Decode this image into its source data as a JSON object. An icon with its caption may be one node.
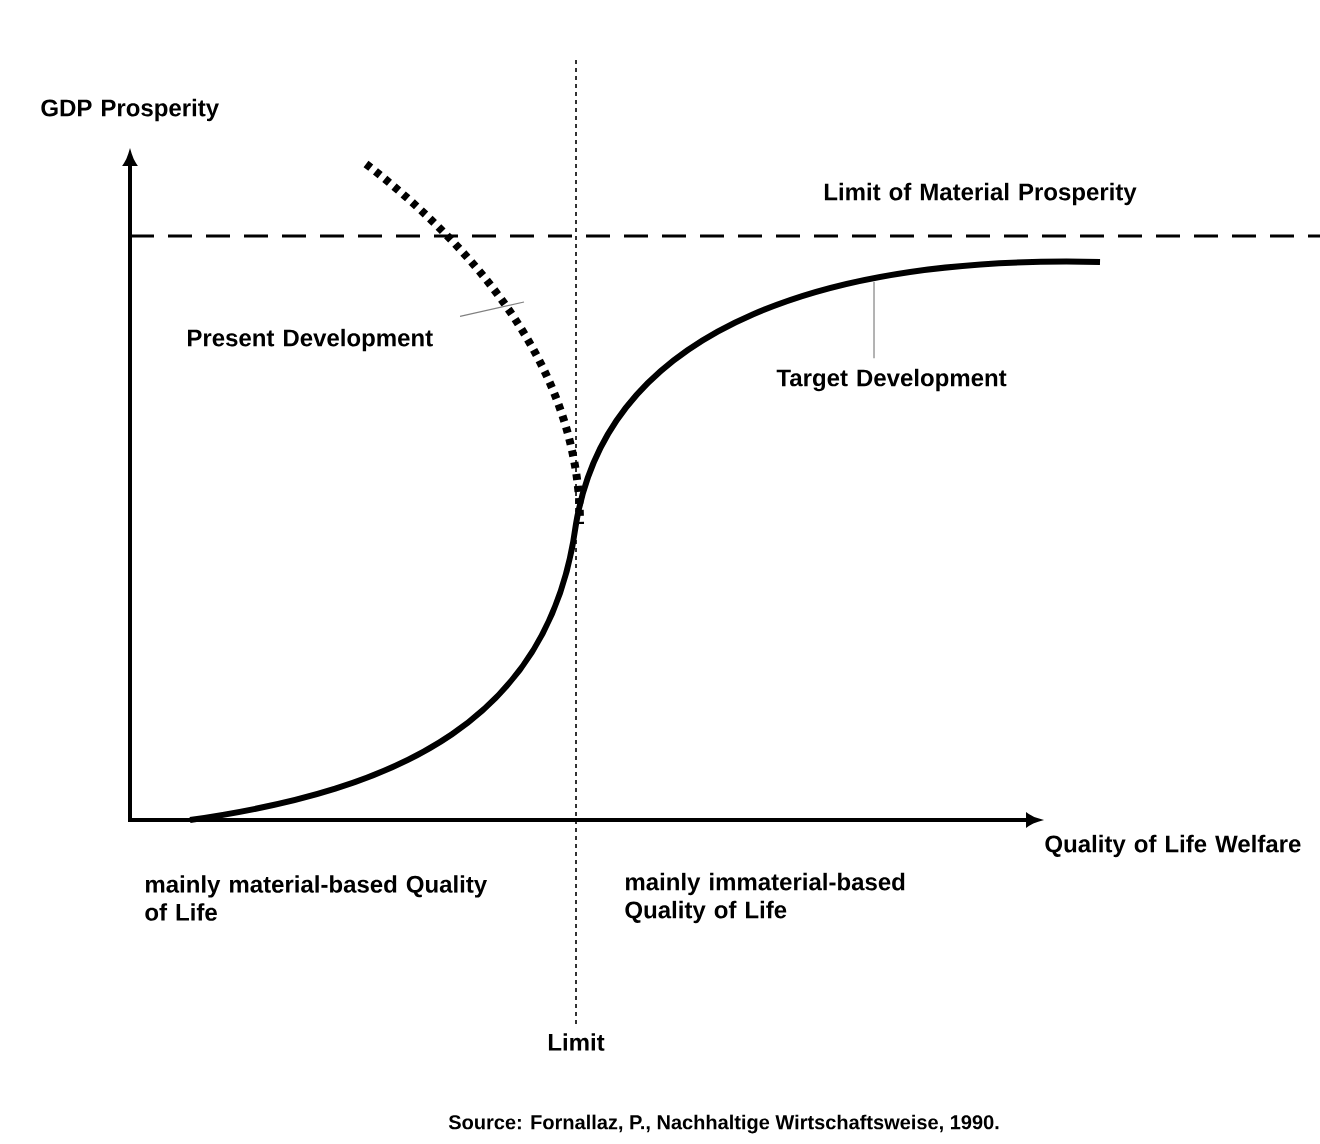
{
  "diagram": {
    "caption": "Source: Fornallaz, P., Nachhaltige Wirtschaftsweise, 1990.",
    "nodes": [
      {
        "text": [
          "Present Development"
        ]
      },
      {
        "text": [
          "Target Development"
        ]
      }
    ],
    "edges": [
      {
        "from": 0,
        "to": null,
        "arrow": "none"
      },
      {
        "from": 1,
        "to": null,
        "arrow": "none"
      }
    ],
    "labels": [
      "GDP Prosperity",
      "Limit of Material Prosperity",
      "Quality of Life Welfare",
      "mainly material-based Quality of Life",
      "mainly immaterial-based Quality of Life",
      "Limit"
    ]
  }
}
